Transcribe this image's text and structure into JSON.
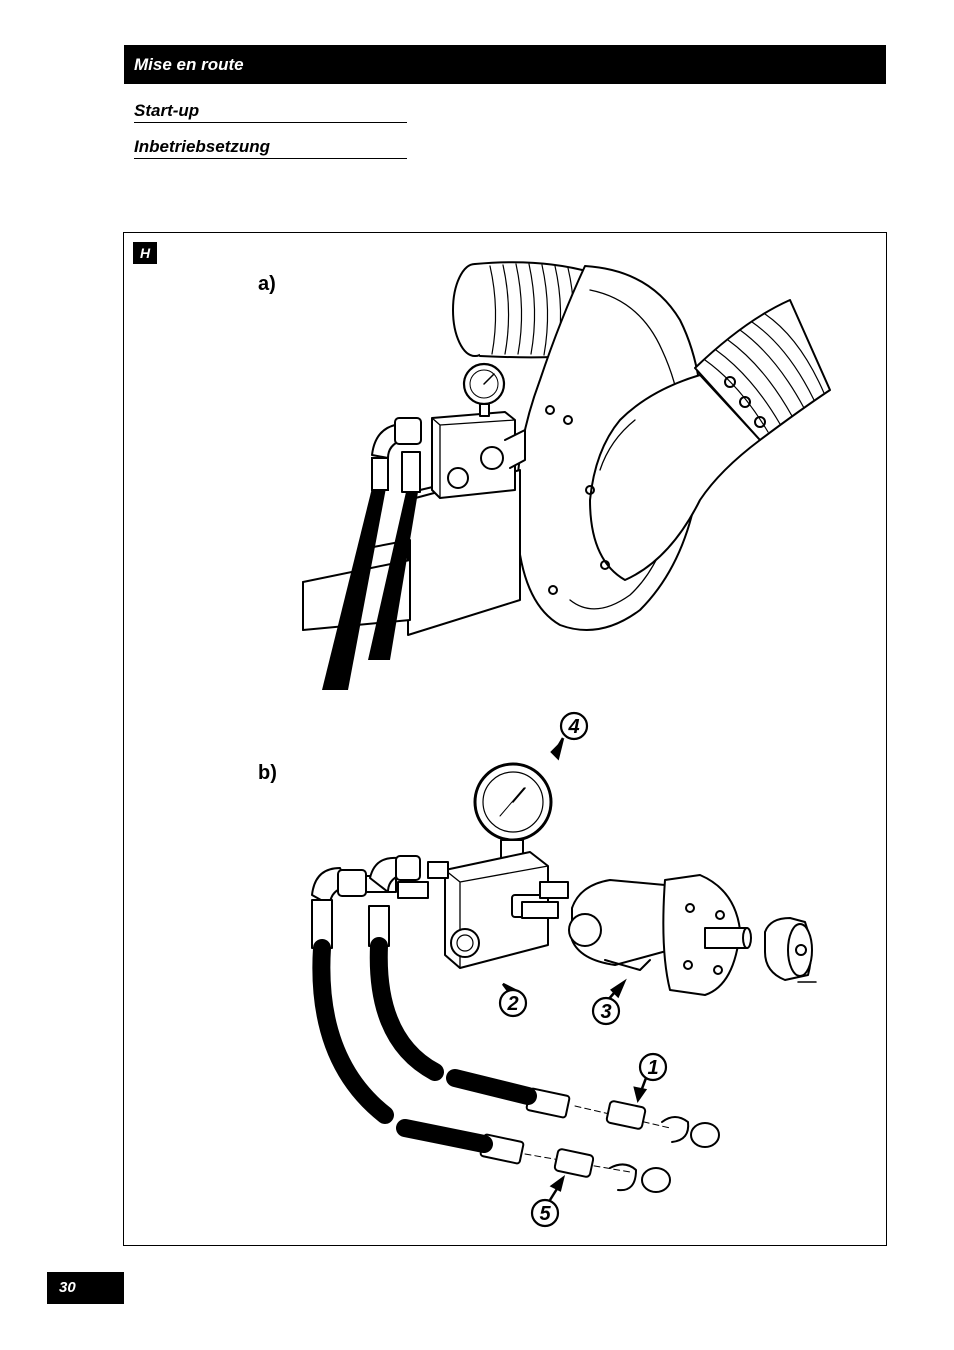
{
  "header": {
    "title": "Mise en route"
  },
  "subtitles": [
    "Start-up",
    "Inbetriebsetzung"
  ],
  "figure": {
    "tag": "H",
    "label_a": "a)",
    "label_b": "b)",
    "callouts": [
      "1",
      "2",
      "3",
      "4",
      "5"
    ]
  },
  "footer": {
    "page_number": "30"
  }
}
